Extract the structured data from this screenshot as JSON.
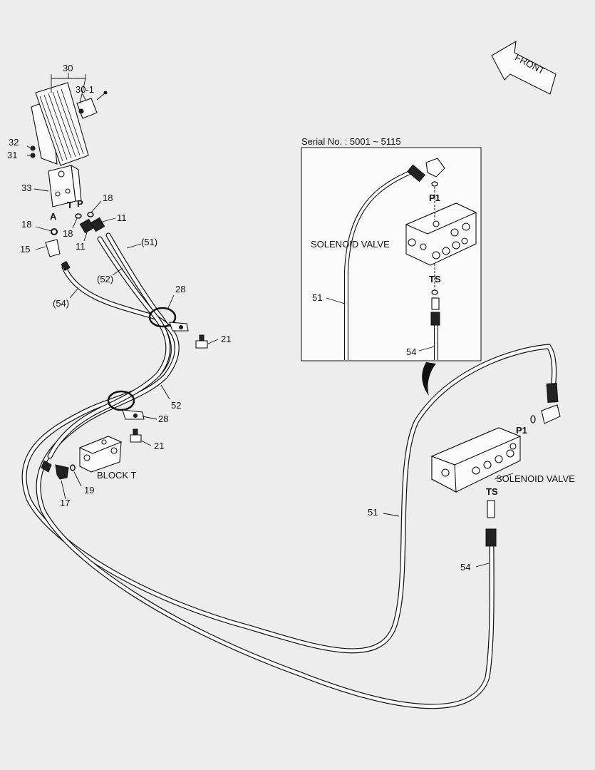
{
  "labels": {
    "p30": "30",
    "p30_1": "30-1",
    "p32": "32",
    "p31": "31",
    "p33": "33",
    "port_a": "A",
    "port_t": "T",
    "port_p": "P",
    "p18_a": "18",
    "p18_b": "18",
    "p18_c": "18",
    "p15": "15",
    "p11_a": "11",
    "p11_b": "11",
    "p51_paren": "(51)",
    "p52_paren": "(52)",
    "p54_paren": "(54)",
    "p28_a": "28",
    "p28_b": "28",
    "p21_a": "21",
    "p21_b": "21",
    "p52": "52",
    "block_t": "BLOCK  T",
    "p19": "19",
    "p17": "17",
    "p51_main": "51",
    "p54_main": "54",
    "p1_main": "P1",
    "ts_main": "TS",
    "solenoid_main": "SOLENOID VALVE",
    "front": "FRONT",
    "inset_serial": "Serial No.  : 5001 ~ 5115",
    "inset_p1": "P1",
    "inset_ts": "TS",
    "inset_solenoid": "SOLENOID VALVE",
    "inset_51": "51",
    "inset_54": "54"
  }
}
